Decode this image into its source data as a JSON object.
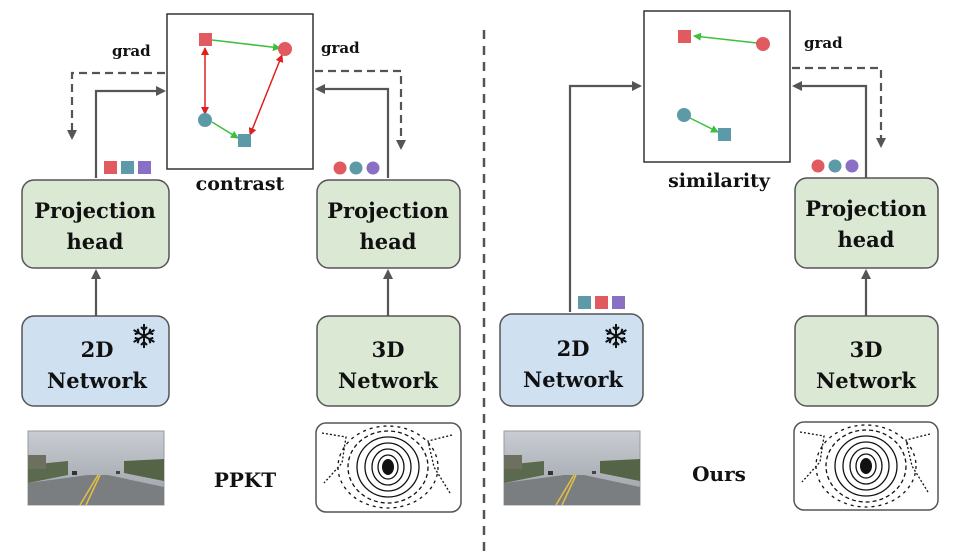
{
  "colors": {
    "proj_fill": "#dbe8d3",
    "net2d_fill": "#cfe0f1",
    "net3d_fill": "#dbe8d3",
    "red": "#e05a5f",
    "teal": "#5c9aa8",
    "purple": "#8a70c4",
    "green_arrow": "#3fbf3f",
    "red_arrow": "#e02020"
  },
  "left": {
    "grad_left": "grad",
    "grad_right": "grad",
    "caption": "contrast",
    "proj_left": [
      "Projection",
      "head"
    ],
    "proj_right": [
      "Projection",
      "head"
    ],
    "net_2d": [
      "2D",
      "Network"
    ],
    "net_3d": [
      "3D",
      "Network"
    ],
    "method": "PPKT"
  },
  "right": {
    "grad": "grad",
    "caption": "similarity",
    "proj": [
      "Projection",
      "head"
    ],
    "net_2d": [
      "2D",
      "Network"
    ],
    "net_3d": [
      "3D",
      "Network"
    ],
    "method": "Ours"
  },
  "icons": {
    "frozen": "snowflake-icon",
    "camera": "camera-image",
    "lidar": "lidar-image"
  }
}
